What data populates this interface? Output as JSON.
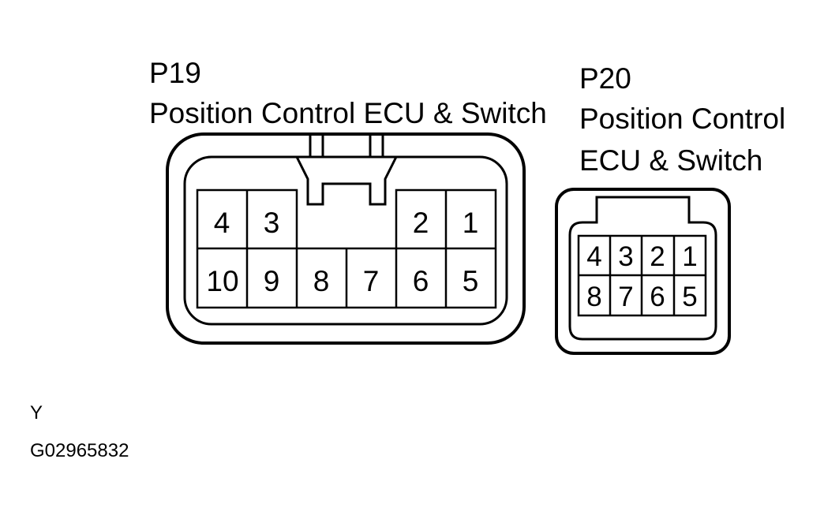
{
  "p19": {
    "code": "P19",
    "name": "Position Control ECU & Switch",
    "pins_top": [
      "4",
      "3",
      "2",
      "1"
    ],
    "pins_bottom": [
      "10",
      "9",
      "8",
      "7",
      "6",
      "5"
    ]
  },
  "p20": {
    "code": "P20",
    "name_line1": "Position Control",
    "name_line2": "ECU & Switch",
    "pins_top": [
      "4",
      "3",
      "2",
      "1"
    ],
    "pins_bottom": [
      "8",
      "7",
      "6",
      "5"
    ]
  },
  "footer": {
    "color_code": "Y",
    "figure_id": "G02965832"
  }
}
